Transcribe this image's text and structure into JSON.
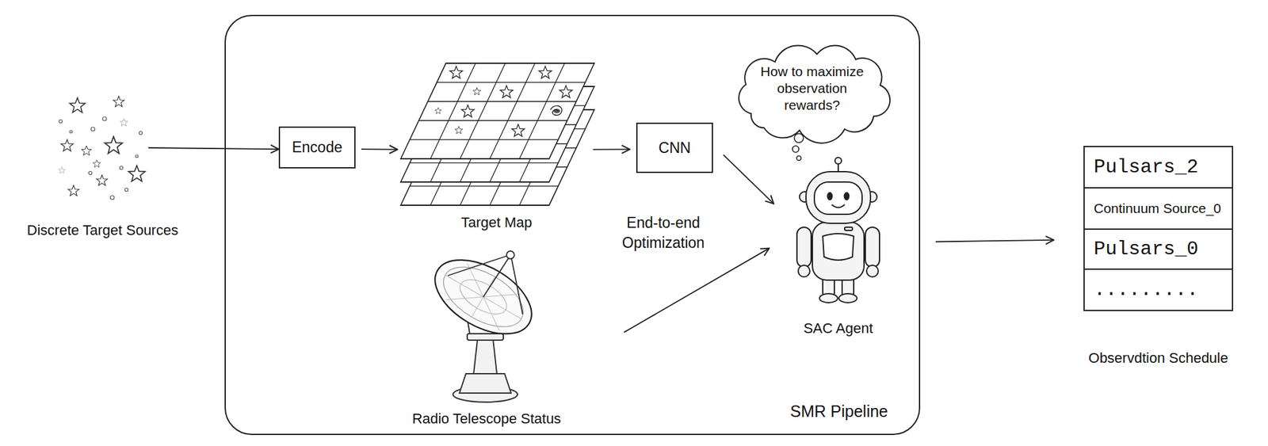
{
  "diagram": {
    "nodes": [
      {
        "text": [
          "Discrete Target Sources"
        ]
      },
      {
        "text": [
          "SMR Pipeline"
        ]
      },
      {
        "text": [
          "Encode"
        ],
        "in": 1
      },
      {
        "text": [
          "Target Map"
        ],
        "in": 1
      },
      {
        "text": [
          "CNN"
        ],
        "in": 1
      },
      {
        "text": [
          "How to maximize observation rewards?"
        ],
        "in": 1
      },
      {
        "text": [
          "SAC Agent"
        ],
        "in": 1
      },
      {
        "text": [
          "Radio Telescope Status"
        ],
        "in": 1
      },
      {
        "text": [
          "Observdtion Schedule"
        ]
      },
      {
        "text": [
          "Pulsars_2"
        ],
        "in": 8
      },
      {
        "text": [
          "Continuum Source_0"
        ],
        "in": 8
      },
      {
        "text": [
          "Pulsars_0"
        ],
        "in": 8
      },
      {
        "text": [
          "........."
        ],
        "in": 8
      }
    ],
    "edges": [
      {
        "from": 0,
        "to": 2,
        "arrow": "to"
      },
      {
        "from": 2,
        "to": 3,
        "arrow": "to"
      },
      {
        "from": 3,
        "to": 4,
        "arrow": "to"
      },
      {
        "from": 4,
        "to": 6,
        "arrow": "to"
      },
      {
        "from": 7,
        "to": 6,
        "arrow": "to"
      },
      {
        "from": 1,
        "to": 8,
        "arrow": "to"
      }
    ],
    "labels": [
      "End-to-end Optimization"
    ]
  }
}
